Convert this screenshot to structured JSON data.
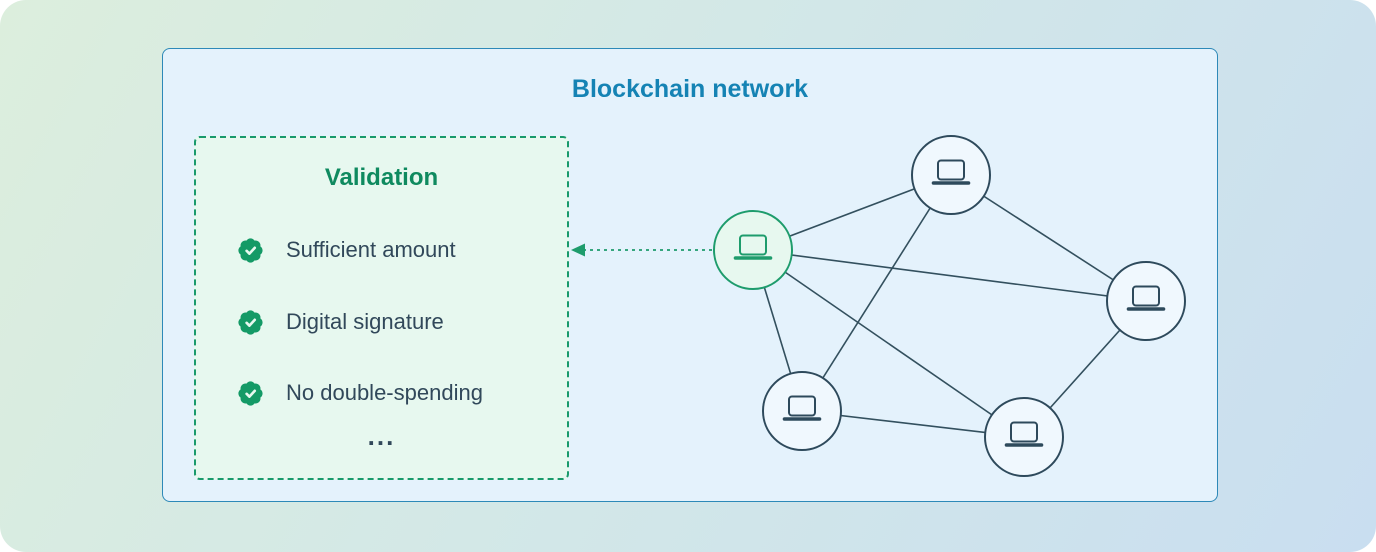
{
  "panel": {
    "title": "Blockchain network"
  },
  "validation": {
    "title": "Validation",
    "items": [
      "Sufficient amount",
      "Digital signature",
      "No double-spending"
    ],
    "ellipsis": "...",
    "check_icon": "badge-check-icon"
  },
  "network": {
    "node_icon": "laptop-icon",
    "nodes": [
      "validating-node",
      "node-top",
      "node-right",
      "node-bottom-left",
      "node-bottom-right"
    ],
    "edges": [
      [
        "validating-node",
        "node-top"
      ],
      [
        "validating-node",
        "node-right"
      ],
      [
        "validating-node",
        "node-bottom-left"
      ],
      [
        "validating-node",
        "node-bottom-right"
      ],
      [
        "node-top",
        "node-right"
      ],
      [
        "node-top",
        "node-bottom-left"
      ],
      [
        "node-right",
        "node-bottom-right"
      ],
      [
        "node-bottom-left",
        "node-bottom-right"
      ]
    ],
    "arrow": {
      "from": "validating-node",
      "to": "validation-box"
    }
  },
  "colors": {
    "title_blue": "#1583b4",
    "green": "#149a66",
    "text_slate": "#31485a",
    "panel_border": "#2d89b8",
    "node_border": "#2e4a5c"
  }
}
